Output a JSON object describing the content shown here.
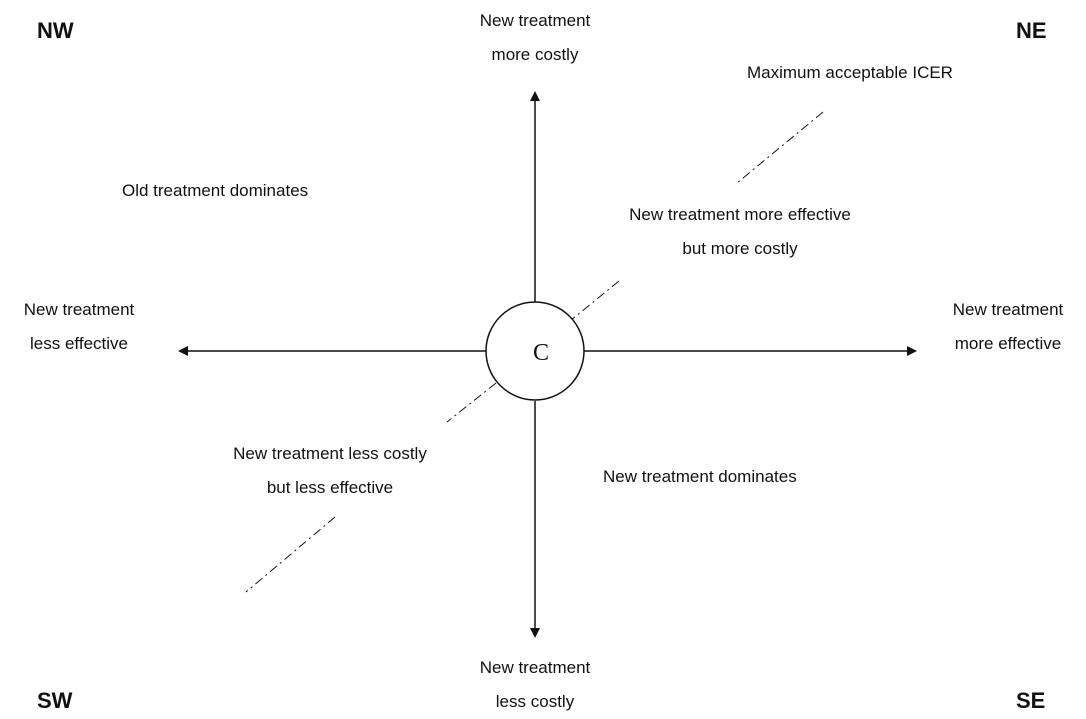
{
  "corners": {
    "nw": "NW",
    "ne": "NE",
    "sw": "SW",
    "se": "SE"
  },
  "axes": {
    "up": [
      "New treatment",
      "more costly"
    ],
    "down": [
      "New treatment",
      "less costly"
    ],
    "left": [
      "New treatment",
      "less effective"
    ],
    "right": [
      "New treatment",
      "more effective"
    ]
  },
  "center_label": "C",
  "quadrants": {
    "nw": "Old treatment dominates",
    "ne": [
      "New treatment more effective",
      "but more costly"
    ],
    "sw": [
      "New treatment less costly",
      "but less effective"
    ],
    "se": "New treatment dominates"
  },
  "threshold_label": "Maximum acceptable ICER"
}
